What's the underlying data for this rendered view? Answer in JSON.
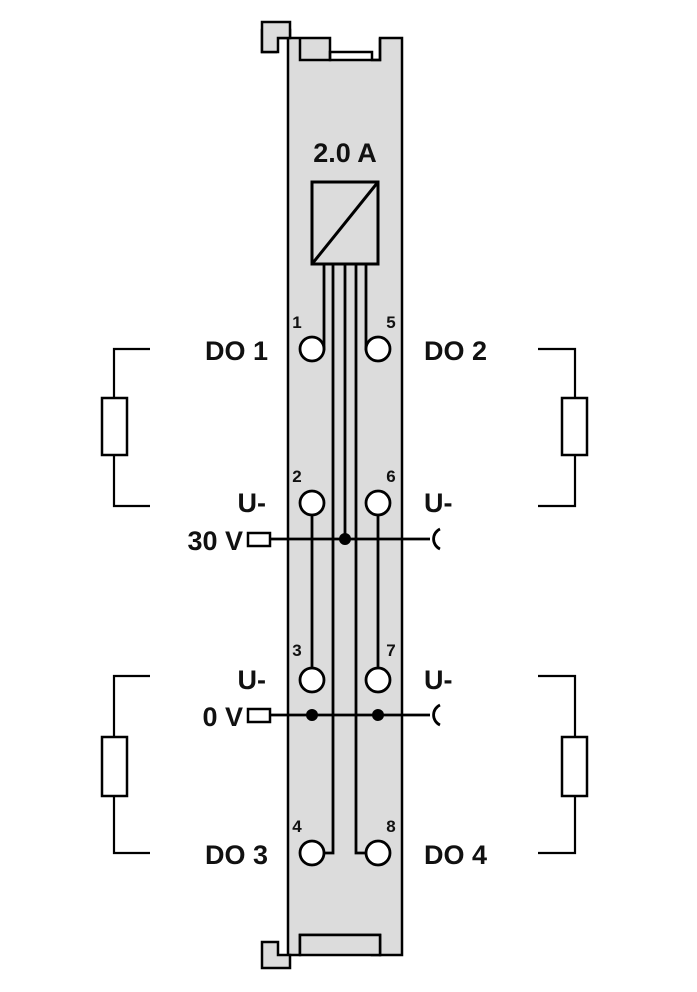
{
  "module": {
    "rating": "2.0 A",
    "body_color": "#dcdcdc",
    "line_color": "#000000"
  },
  "labels": {
    "do1": "DO 1",
    "do2": "DO 2",
    "do3": "DO 3",
    "do4": "DO 4",
    "u_left_top": "U-",
    "u_right_top": "U-",
    "u_left_bottom": "U-",
    "u_right_bottom": "U-",
    "supply_30v": "30 V",
    "supply_0v": "0 V"
  },
  "terminals": [
    "1",
    "2",
    "3",
    "4",
    "5",
    "6",
    "7",
    "8"
  ]
}
